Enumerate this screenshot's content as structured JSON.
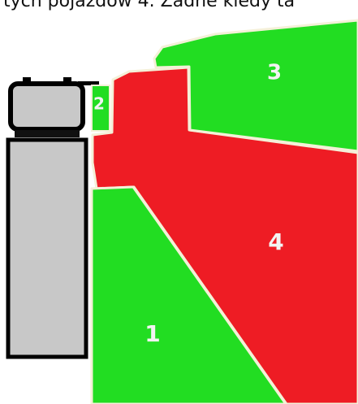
{
  "caption": "tych pojazdów 4. Żadne kiedy ta",
  "zones": [
    {
      "id": "1",
      "label": "1",
      "color": "#22dd22"
    },
    {
      "id": "2",
      "label": "2",
      "color": "#22dd22"
    },
    {
      "id": "3",
      "label": "3",
      "color": "#22dd22"
    },
    {
      "id": "4",
      "label": "4",
      "color": "#ee1c24"
    }
  ],
  "colors": {
    "safe_zone": "#22dd22",
    "danger_zone": "#ee1c24",
    "vehicle_body": "#c8c8c8",
    "outline": "#000000",
    "zone_border": "#f4f0d8"
  }
}
